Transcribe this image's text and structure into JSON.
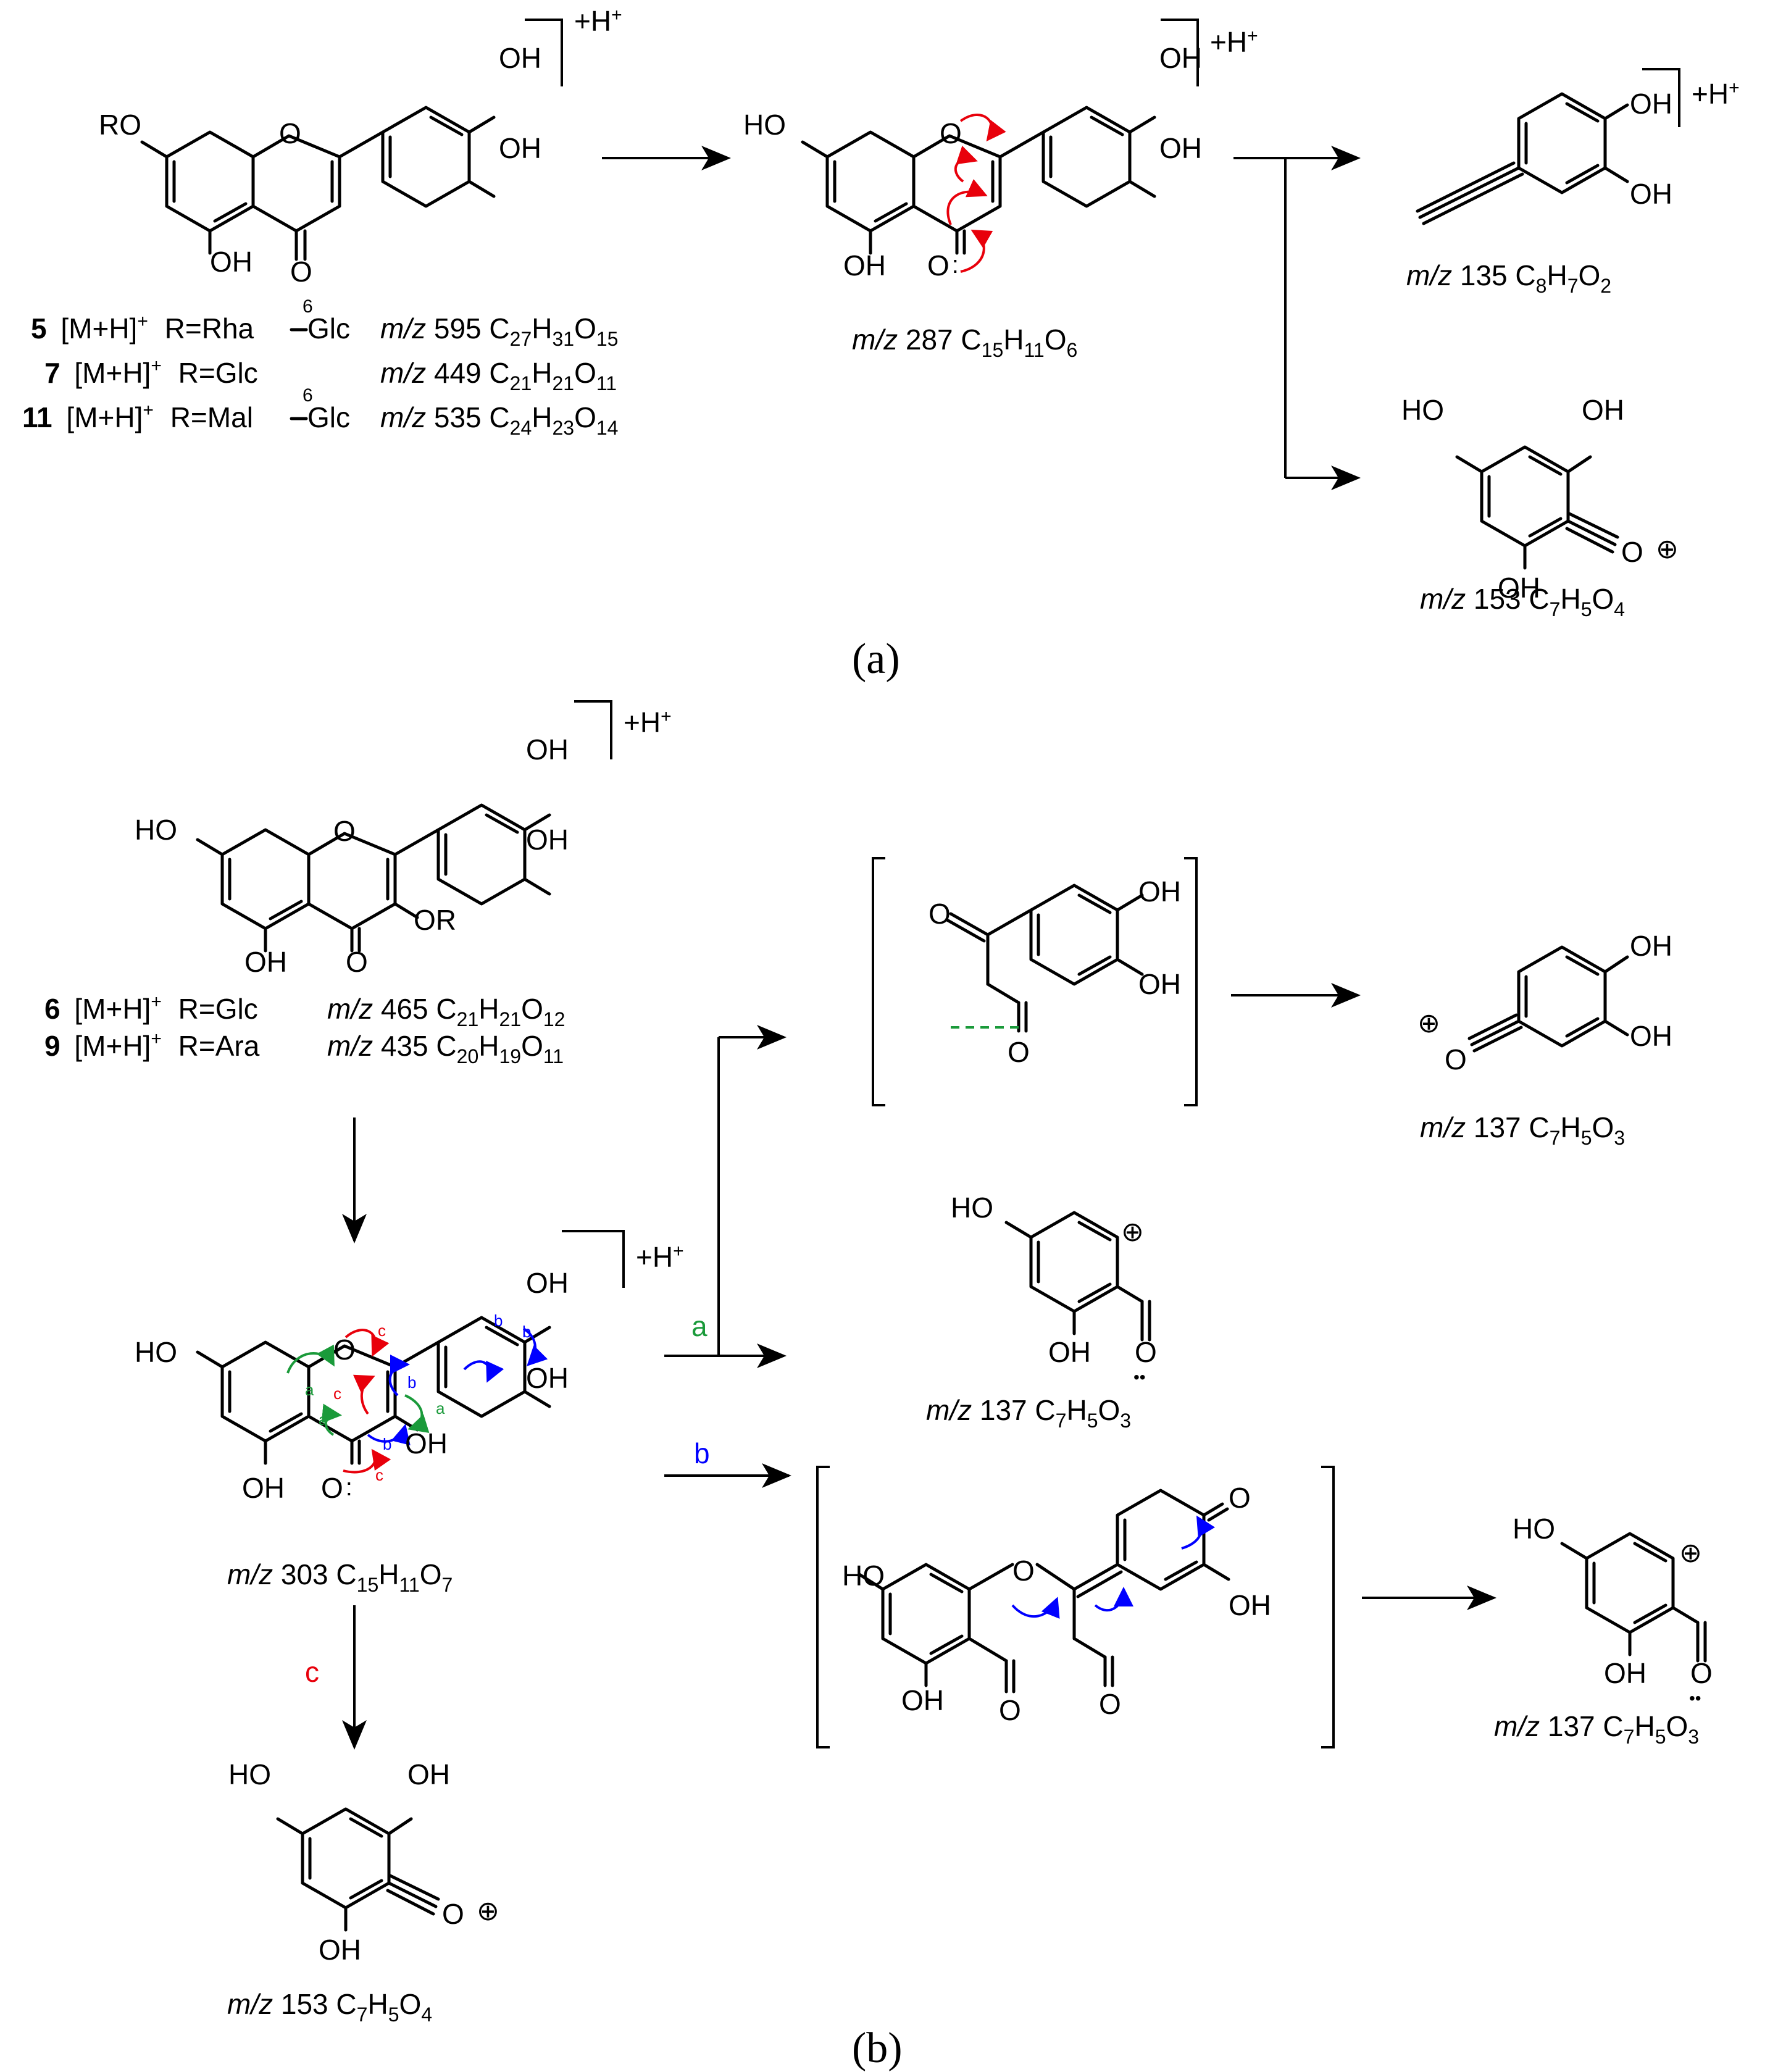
{
  "colors": {
    "path_a": "#1a9a3a",
    "path_b": "#0000ff",
    "path_c": "#e8000b",
    "ink": "#000000"
  },
  "labels": {
    "oh": "OH",
    "ho": "HO",
    "ro": "RO",
    "or": "OR",
    "o": "O",
    "charge_h": "+H",
    "plus_sup": "+",
    "charge_plus": "⊕",
    "lone_pair": "••",
    "six": "6"
  },
  "panel_a": {
    "sublabel": "(a)",
    "compounds": [
      {
        "num": "5",
        "ion": "[M+H]",
        "sup": "+",
        "r": "R=Rha",
        "link": "Glc",
        "mz": "m/z",
        "mass": "595",
        "formula": "C27H31O15"
      },
      {
        "num": "7",
        "ion": "[M+H]",
        "sup": "+",
        "r": "R=Glc",
        "link": "",
        "mz": "m/z",
        "mass": "449",
        "formula": "C21H21O11"
      },
      {
        "num": "11",
        "ion": "[M+H]",
        "sup": "+",
        "r": "R=Mal",
        "link": "Glc",
        "mz": "m/z",
        "mass": "535",
        "formula": "C24H23O14"
      }
    ],
    "intermediate": {
      "mz": "m/z",
      "mass": "287",
      "formula": "C15H11O6"
    },
    "product_top": {
      "mz": "m/z",
      "mass": "135",
      "formula": "C8H7O2"
    },
    "product_bottom": {
      "mz": "m/z",
      "mass": "153",
      "formula": "C7H5O4"
    }
  },
  "panel_b": {
    "sublabel": "(b)",
    "compounds": [
      {
        "num": "6",
        "ion": "[M+H]",
        "sup": "+",
        "r": "R=Glc",
        "mz": "m/z",
        "mass": "465",
        "formula": "C21H21O12"
      },
      {
        "num": "9",
        "ion": "[M+H]",
        "sup": "+",
        "r": "R=Ara",
        "mz": "m/z",
        "mass": "435",
        "formula": "C20H19O11"
      }
    ],
    "intermediate": {
      "mz": "m/z",
      "mass": "303",
      "formula": "C15H11O7"
    },
    "route_labels": {
      "a": "a",
      "b": "b",
      "c": "c"
    },
    "product_a1": {
      "mz": "m/z",
      "mass": "137",
      "formula": "C7H5O3"
    },
    "product_a2": {
      "mz": "m/z",
      "mass": "137",
      "formula": "C7H5O3"
    },
    "product_b": {
      "mz": "m/z",
      "mass": "137",
      "formula": "C7H5O3"
    },
    "product_c": {
      "mz": "m/z",
      "mass": "153",
      "formula": "C7H5O4"
    }
  }
}
